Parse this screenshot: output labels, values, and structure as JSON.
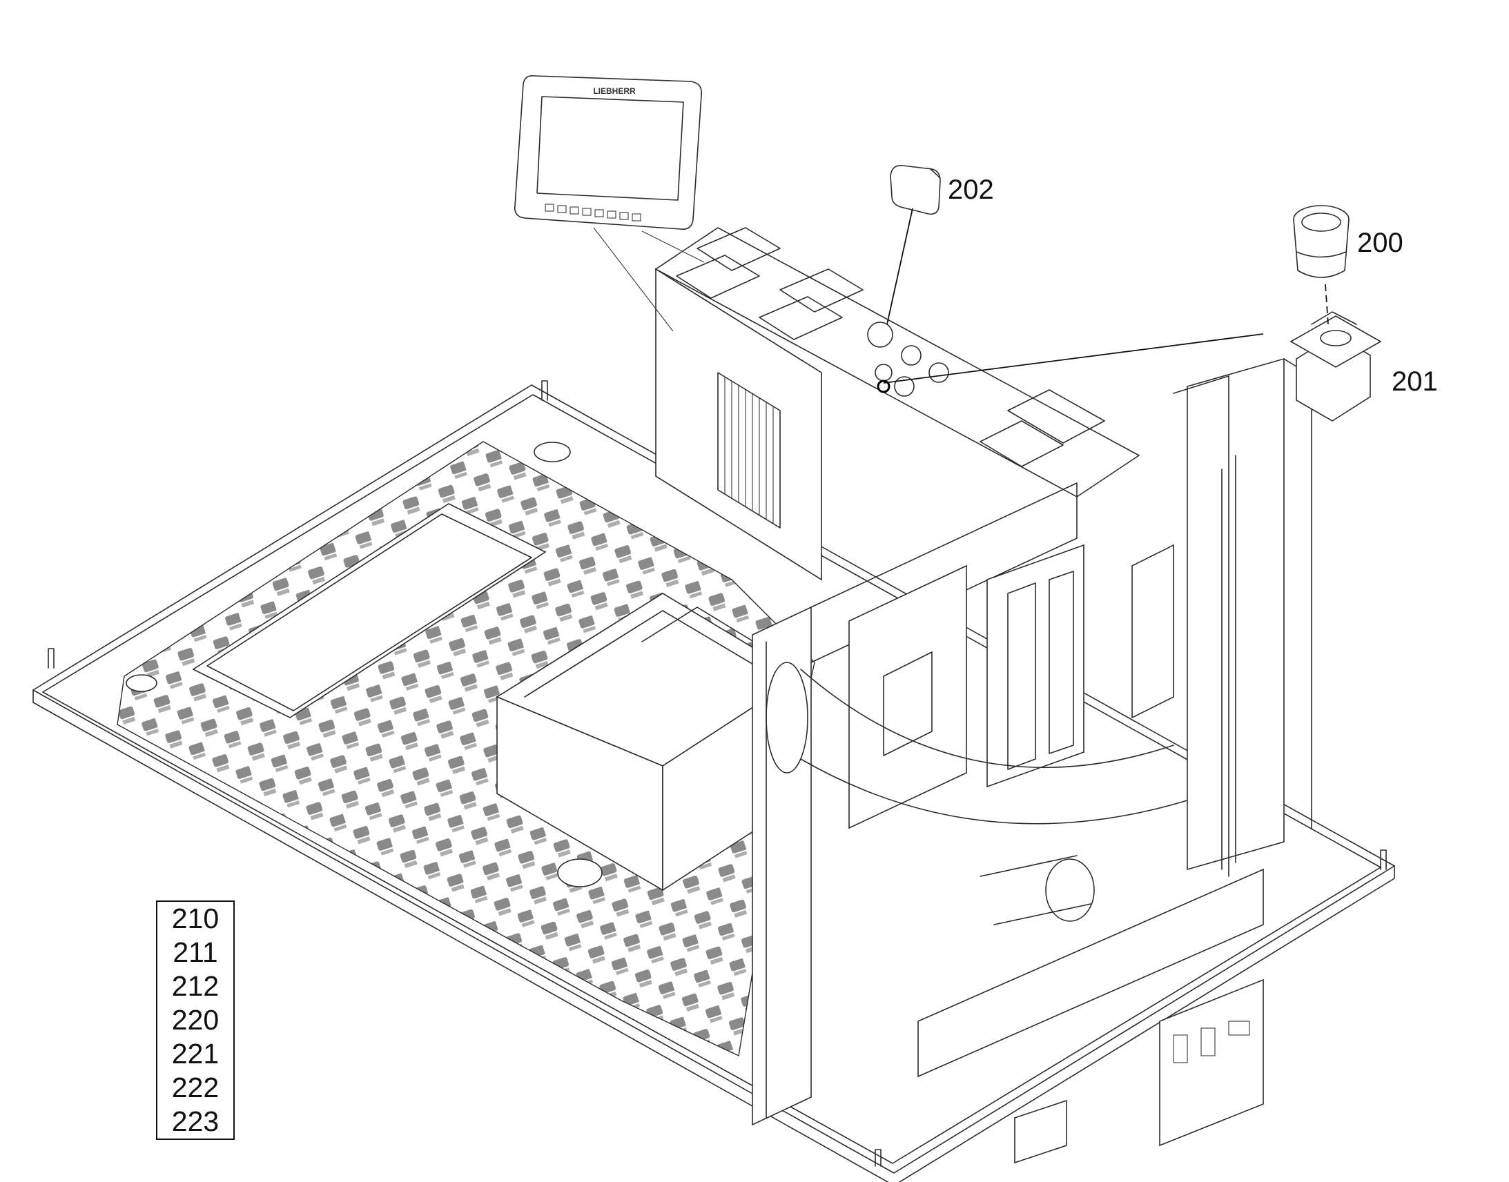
{
  "callouts": {
    "c200": "200",
    "c201": "201",
    "c202": "202"
  },
  "reference_list": [
    "210",
    "211",
    "212",
    "220",
    "221",
    "222",
    "223"
  ],
  "display_brand": "LIEBHERR",
  "colors": {
    "line": "#2b2b2b",
    "mat_pattern": "#8a8a8a",
    "background": "#ffffff"
  }
}
